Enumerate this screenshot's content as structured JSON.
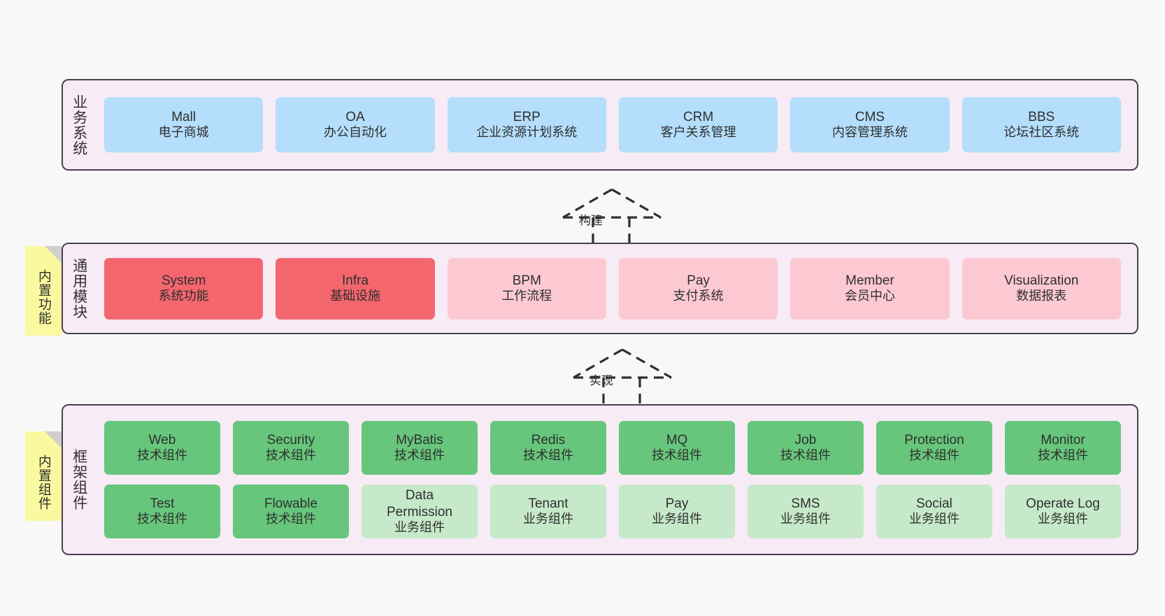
{
  "diagram": {
    "background_color": "#F8F8F8",
    "panel_color": "#F7EBF5",
    "panel_border_color": "#4A3F52",
    "sticky_color": "#FBF9A0"
  },
  "layers": [
    {
      "id": "business-systems",
      "title": "业务系统",
      "card_color": "#B4DEFC",
      "cards": [
        {
          "en": "Mall",
          "cn": "电子商城"
        },
        {
          "en": "OA",
          "cn": "办公自动化"
        },
        {
          "en": "ERP",
          "cn": "企业资源计划系统"
        },
        {
          "en": "CRM",
          "cn": "客户关系管理"
        },
        {
          "en": "CMS",
          "cn": "内容管理系统"
        },
        {
          "en": "BBS",
          "cn": "论坛社区系统"
        }
      ]
    },
    {
      "id": "common-modules",
      "title": "通用模块",
      "sticky": "内置功能",
      "card_color_primary": "#F4666E",
      "card_color_secondary": "#FCC9D2",
      "cards": [
        {
          "en": "System",
          "cn": "系统功能",
          "style": "red"
        },
        {
          "en": "Infra",
          "cn": "基础设施",
          "style": "red"
        },
        {
          "en": "BPM",
          "cn": "工作流程",
          "style": "pinklight"
        },
        {
          "en": "Pay",
          "cn": "支付系统",
          "style": "pinklight"
        },
        {
          "en": "Member",
          "cn": "会员中心",
          "style": "pinklight"
        },
        {
          "en": "Visualization",
          "cn": "数据报表",
          "style": "pinklight"
        }
      ]
    },
    {
      "id": "framework-components",
      "title": "框架组件",
      "sticky": "内置组件",
      "card_color_primary": "#67C67C",
      "card_color_secondary": "#C6E9C9",
      "rows": [
        [
          {
            "en": "Web",
            "cn": "技术组件",
            "style": "green"
          },
          {
            "en": "Security",
            "cn": "技术组件",
            "style": "green"
          },
          {
            "en": "MyBatis",
            "cn": "技术组件",
            "style": "green"
          },
          {
            "en": "Redis",
            "cn": "技术组件",
            "style": "green"
          },
          {
            "en": "MQ",
            "cn": "技术组件",
            "style": "green"
          },
          {
            "en": "Job",
            "cn": "技术组件",
            "style": "green"
          },
          {
            "en": "Protection",
            "cn": "技术组件",
            "style": "green"
          },
          {
            "en": "Monitor",
            "cn": "技术组件",
            "style": "green"
          }
        ],
        [
          {
            "en": "Test",
            "cn": "技术组件",
            "style": "green"
          },
          {
            "en": "Flowable",
            "cn": "技术组件",
            "style": "green"
          },
          {
            "en": "Data Permission",
            "cn": "业务组件",
            "style": "greenlight"
          },
          {
            "en": "Tenant",
            "cn": "业务组件",
            "style": "greenlight"
          },
          {
            "en": "Pay",
            "cn": "业务组件",
            "style": "greenlight"
          },
          {
            "en": "SMS",
            "cn": "业务组件",
            "style": "greenlight"
          },
          {
            "en": "Social",
            "cn": "业务组件",
            "style": "greenlight"
          },
          {
            "en": "Operate Log",
            "cn": "业务组件",
            "style": "greenlight"
          }
        ]
      ]
    }
  ],
  "connectors": [
    {
      "id": "build",
      "label": "构建",
      "from": "common-modules",
      "to": "business-systems",
      "style": "dashed-generalization"
    },
    {
      "id": "implement",
      "label": "实现",
      "from": "framework-components",
      "to": "common-modules",
      "style": "dashed-generalization"
    }
  ]
}
